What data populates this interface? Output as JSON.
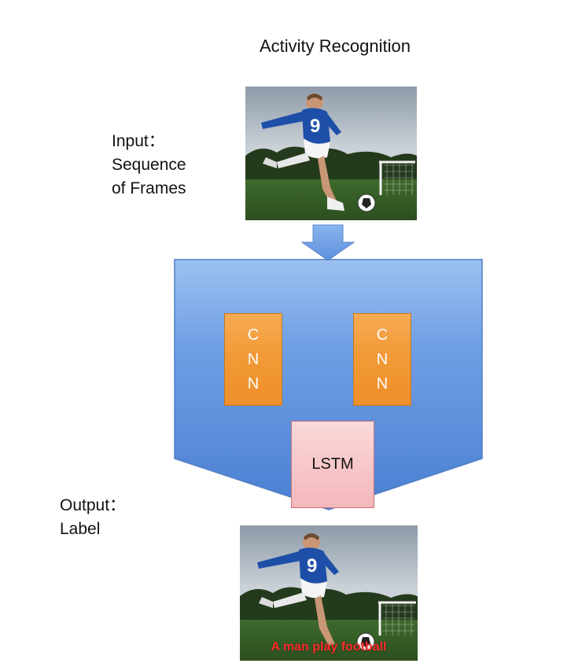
{
  "title": "Activity Recognition",
  "input_label": [
    "Input：",
    "Sequence",
    "of Frames"
  ],
  "output_label": [
    "Output：",
    "Label"
  ],
  "cnn_letters": [
    "C",
    "N",
    "N"
  ],
  "lstm_label": "LSTM",
  "output_caption": "A man play football",
  "colors": {
    "big_block": "#5f93dd",
    "arrow": "#6c9de4",
    "cnn": "#f29a36",
    "lstm": "#f7c6c8",
    "caption": "#ff2a2a"
  }
}
